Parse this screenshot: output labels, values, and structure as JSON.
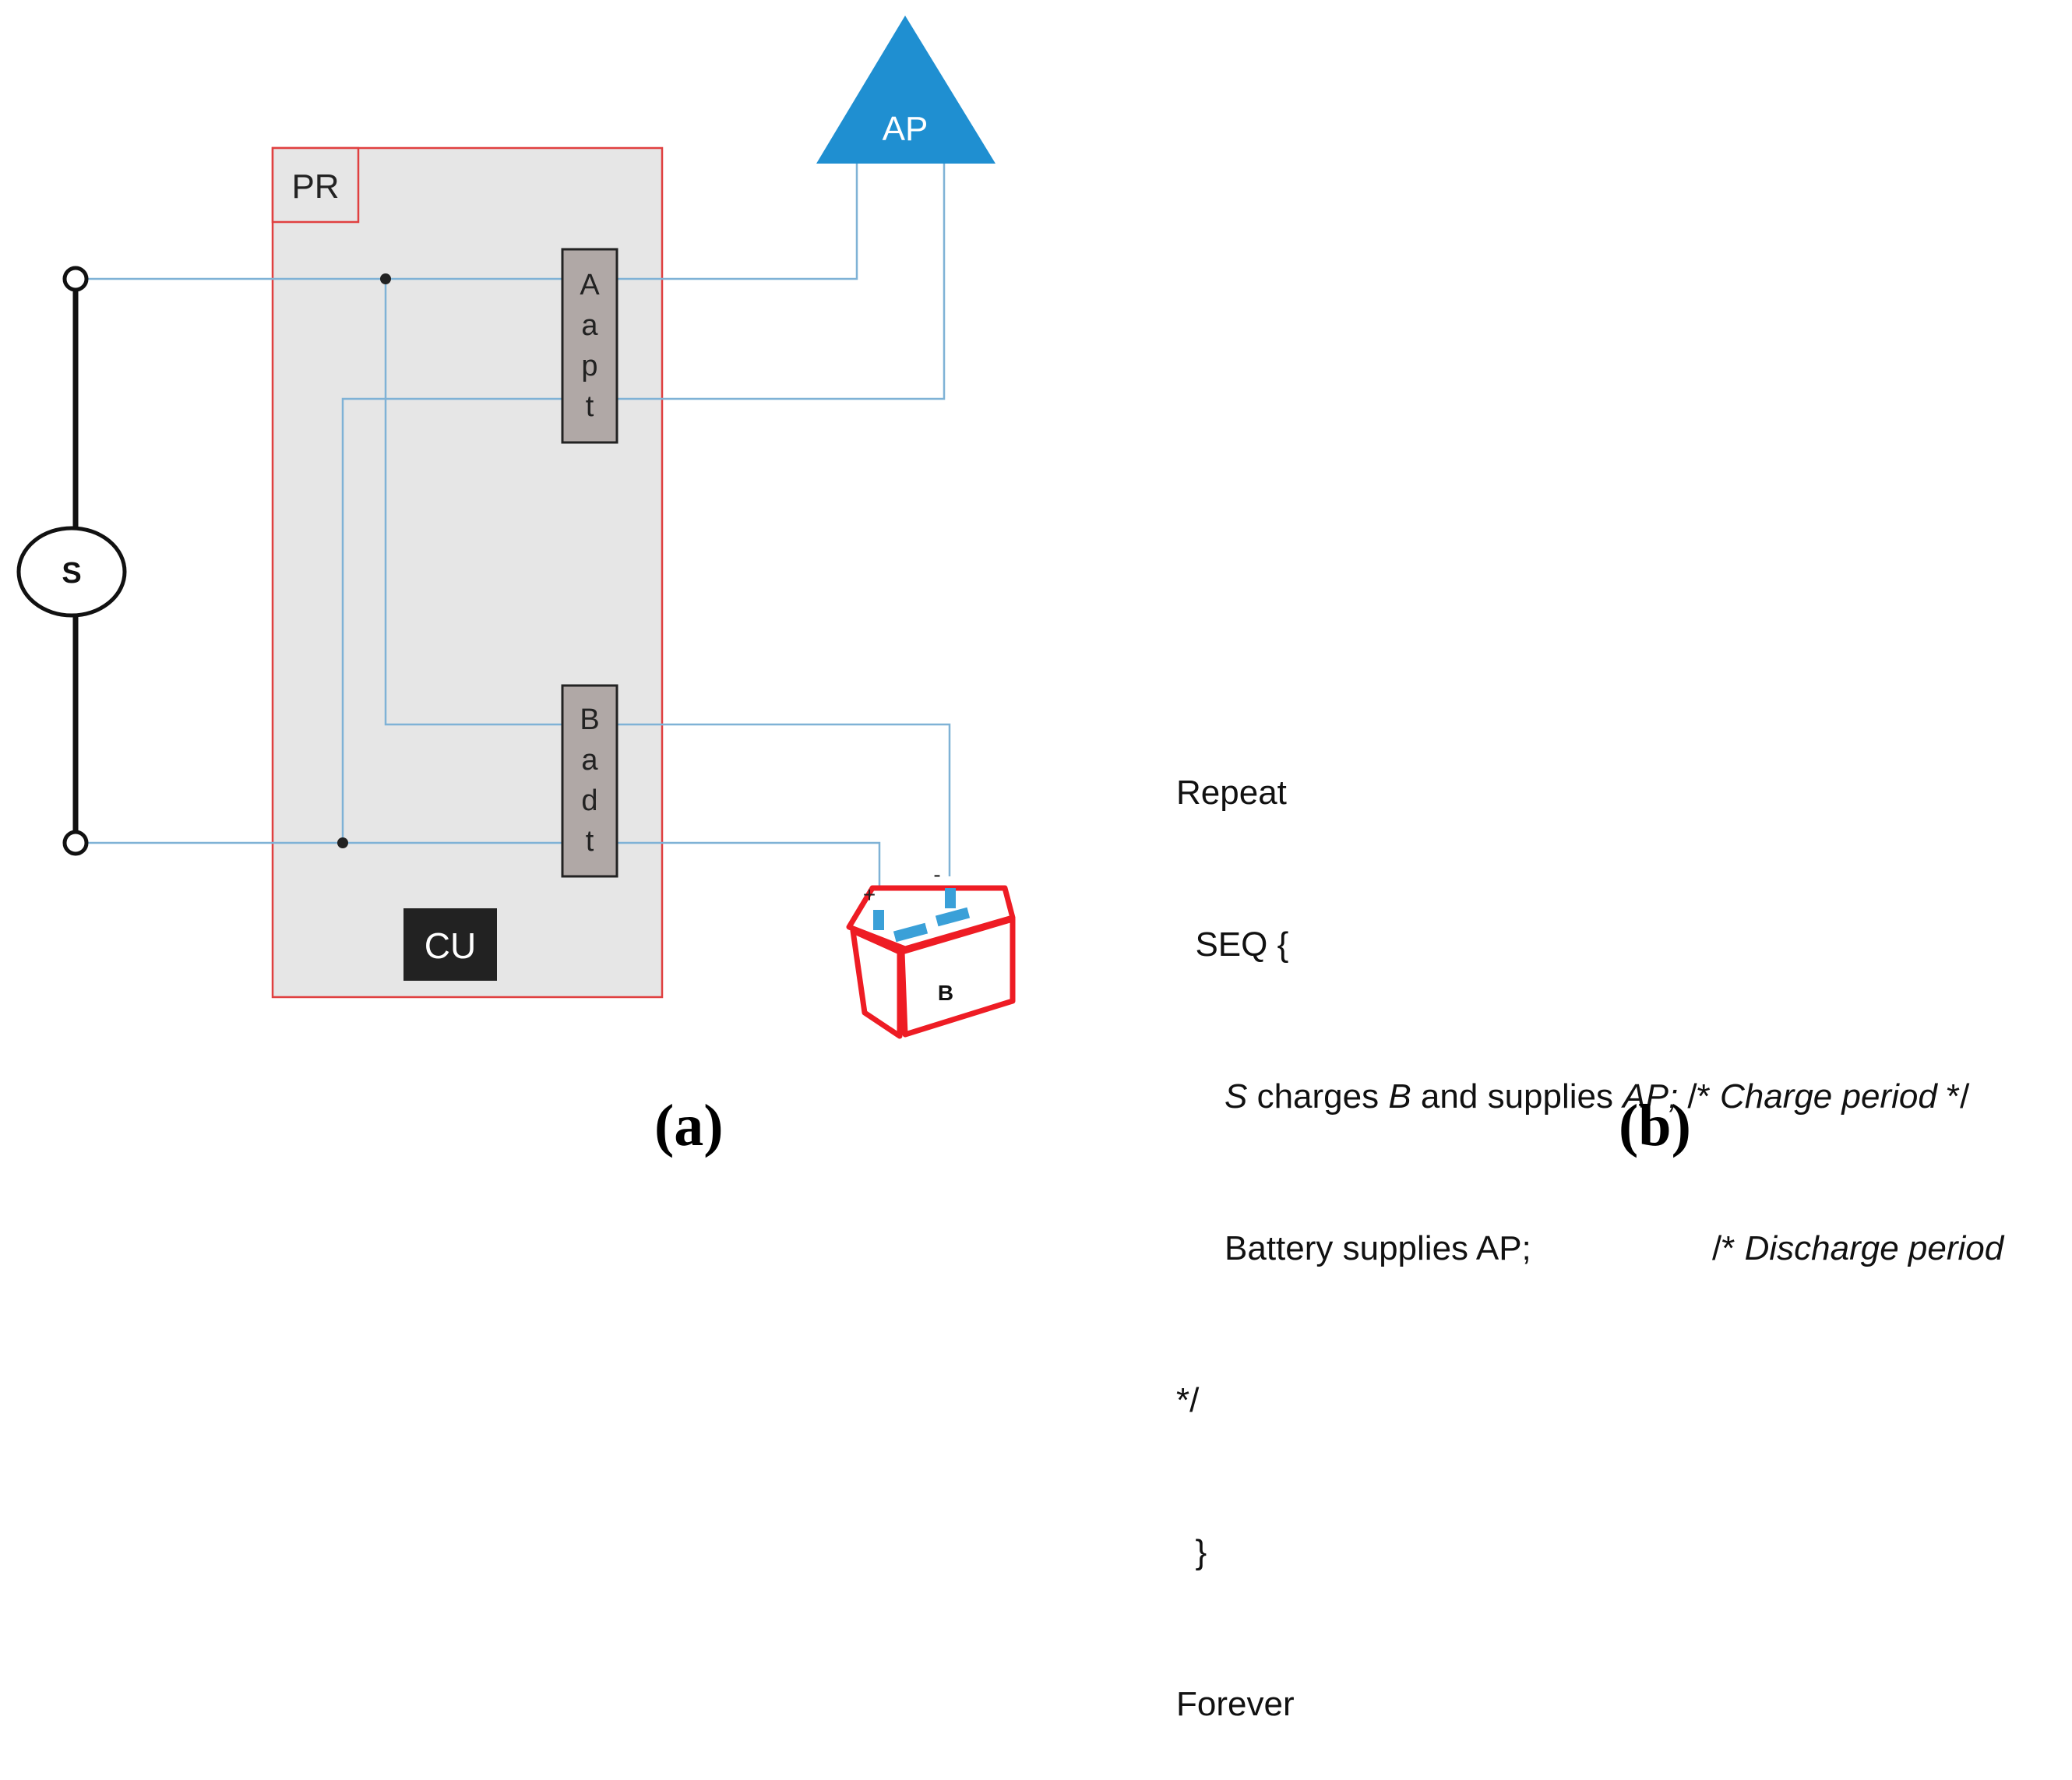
{
  "diagram": {
    "pr_label": "PR",
    "cu_label": "CU",
    "ap_label": "AP",
    "source_label": "S",
    "battery_label": "B",
    "adapter_a_letters": [
      "A",
      "a",
      "p",
      "t"
    ],
    "adapter_b_letters": [
      "B",
      "a",
      "d",
      "t"
    ],
    "battery_plus": "+",
    "battery_minus": "-",
    "colors": {
      "wire": "#7fb2d6",
      "pr_border": "#e04040",
      "pr_fill": "#e6e6e6",
      "ap_fill": "#1f8fd1",
      "adapter_fill": "#b0a8a6",
      "cu_fill": "#222222",
      "battery_red": "#ee1c24",
      "terminal_blue": "#3aa0d8"
    }
  },
  "code": {
    "line1": "Repeat",
    "line2": "  SEQ {",
    "line3_s": "S",
    "line3_a": " charges ",
    "line3_b": "B",
    "line3_c": " and supplies ",
    "line3_ap": "AP;",
    "line3_d": " /* ",
    "line3_comment": "Charge period",
    "line3_e": " */",
    "line4_a": "Battery supplies AP;",
    "line4_b": "/* ",
    "line4_comment": "Discharge period",
    "line5": "*/",
    "line6": "  }",
    "line7": "Forever"
  },
  "labels": {
    "panel_a": "(a)",
    "panel_b": "(b)"
  }
}
